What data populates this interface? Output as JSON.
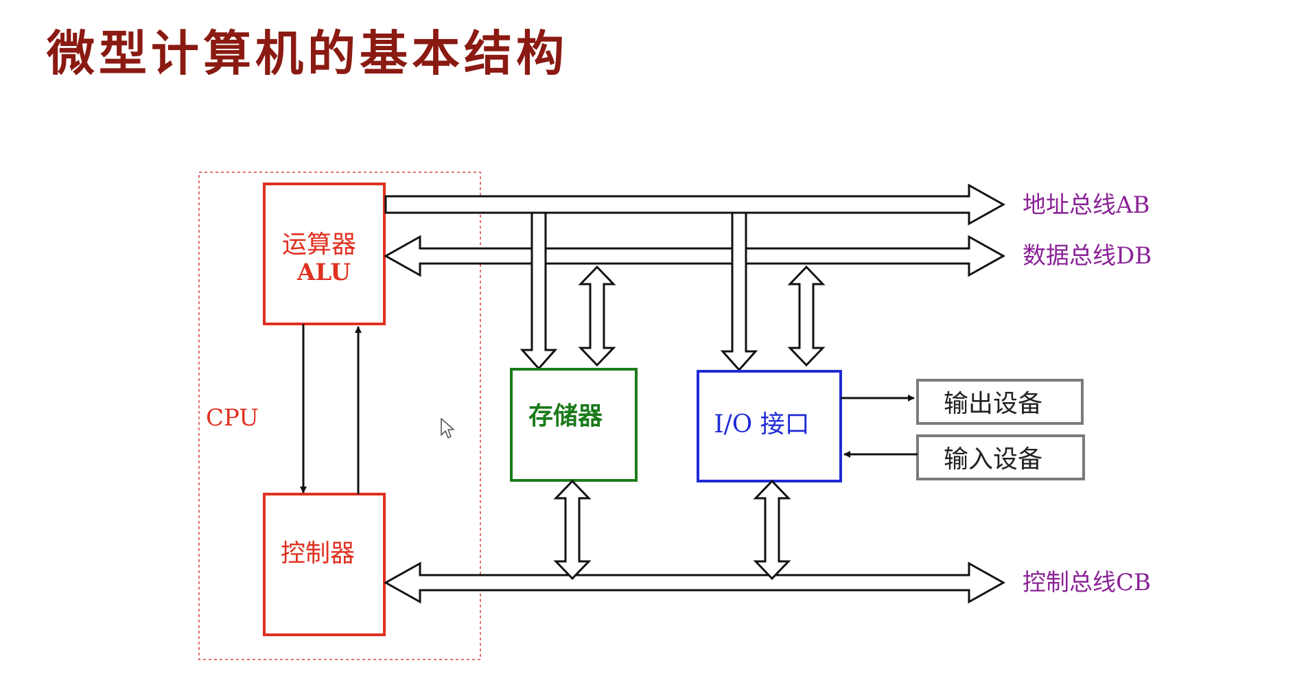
{
  "title": "微型计算机的基本结构",
  "cpu": {
    "label": "CPU",
    "alu_line1": "运算器",
    "alu_line2": "ALU",
    "controller": "控制器"
  },
  "memory": "存储器",
  "io": "I/O 接口",
  "devices": {
    "output": "输出设备",
    "input": "输入设备"
  },
  "buses": {
    "address": "地址总线AB",
    "data": "数据总线DB",
    "control": "控制总线CB"
  },
  "colors": {
    "title": "#8a1a12",
    "cpu": "#e03020",
    "memory": "#1a7a1a",
    "io": "#1f2bd6",
    "device": "#7a7a7a",
    "bus_label": "#8a2296"
  }
}
